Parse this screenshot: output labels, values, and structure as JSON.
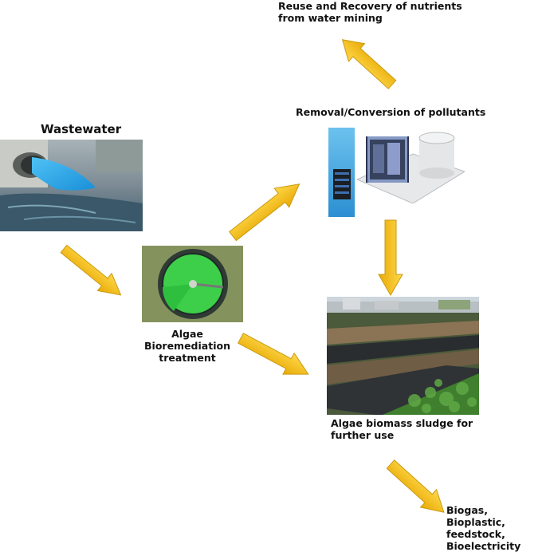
{
  "labels": {
    "wastewater": "Wastewater",
    "algae_treatment": [
      "Algae",
      "Bioremediation",
      "treatment"
    ],
    "removal": "Removal/Conversion of pollutants",
    "reuse": [
      "Reuse and Recovery of nutrients",
      "from water mining"
    ],
    "sludge": [
      "Algae biomass sludge for",
      "further use"
    ],
    "products": [
      "Biogas, Bioplastic,",
      "feedstock,",
      "Bioelectricity"
    ]
  },
  "colors": {
    "arrow": "#f5bf12",
    "arrow_outline": "#c99a10"
  }
}
